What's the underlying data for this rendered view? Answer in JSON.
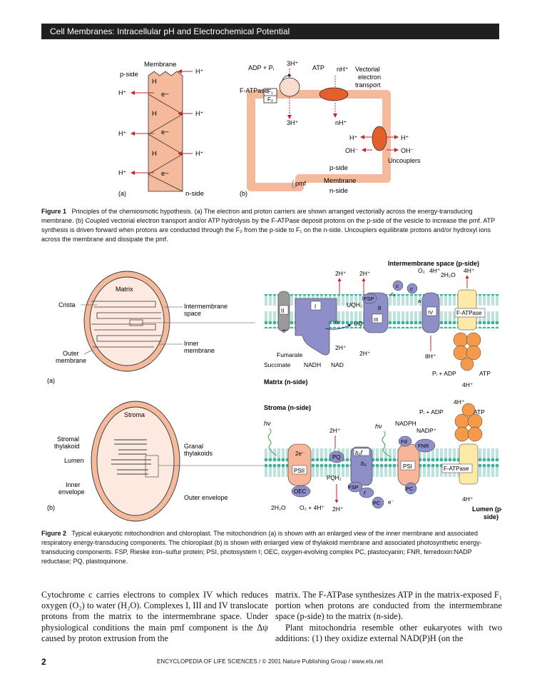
{
  "header": {
    "title": "Cell Membranes: Intracellular pH and Electrochemical Potential"
  },
  "figure1": {
    "panel_a": {
      "membrane_label": "Membrane",
      "p_side": "p-side",
      "n_side": "n-side",
      "carriers": [
        "H",
        "e−",
        "H",
        "e−",
        "H",
        "e−"
      ],
      "h_plus": "H⁺",
      "panel_label": "(a)"
    },
    "panel_b": {
      "adp_pi": "ADP + Pᵢ",
      "three_h_top": "3H⁺",
      "atp": "ATP",
      "nh_top": "nH⁺",
      "vectorial": [
        "Vectorial",
        "electron",
        "transport"
      ],
      "fatpase": "F-ATPase",
      "f1": "F₁",
      "f0": "F₀",
      "three_h_bottom": "3H⁺",
      "nh_bottom": "nH⁺",
      "h_plus": "H⁺",
      "oh_minus": "OH⁻",
      "uncouplers": "Uncouplers",
      "p_side": "p-side",
      "pmf": "pmf",
      "membrane": "Membrane",
      "n_side": "n-side",
      "panel_label": "(b)"
    },
    "caption_label": "Figure 1",
    "caption": "Principles of the chemiosmotic hypothesis. (a) The electron and proton carriers are shown arranged vectorially across the energy-transducing membrane. (b) Coupled vectorial electron transport and/or ATP hydrolysis by the F-ATPase deposit protons on the p-side of the vesicle to increase the pmf. ATP synthesis is driven forward when protons are conducted through the F₀ from the p-side to F₁ on the n-side. Uncouplers equilibrate protons and/or hydroxyl ions across the membrane and dissipate the pmf."
  },
  "figure2": {
    "mito": {
      "matrix": "Matrix",
      "crista": "Crista",
      "intermembrane": [
        "Intermembrane",
        "space"
      ],
      "inner": [
        "Inner",
        "membrane"
      ],
      "outer": [
        "Outer",
        "membrane"
      ],
      "panel_label": "(a)"
    },
    "mito_membrane": {
      "top_label": "Intermembrane space (p-side)",
      "bottom_label": "Matrix (n-side)",
      "complexes": [
        "II",
        "I",
        "III",
        "IV",
        "F-ATPase"
      ],
      "uqh2": "UQH₂",
      "uq": "UQ",
      "fsp": "FSP",
      "b": "b",
      "c1": "c₁",
      "c": "c",
      "a": "a",
      "e": "e⁻",
      "two_h": "2H⁺",
      "o2": "O₂",
      "four_h": "4H⁺",
      "h2o": "2H₂O",
      "eight_h": "8H⁺",
      "succinate": "Succinate",
      "fumarate": "Fumarate",
      "nadh": "NADH",
      "nad": "NAD",
      "pi_adp": "Pᵢ + ADP",
      "atp": "ATP"
    },
    "chloro": {
      "stroma": "Stroma",
      "stromal": [
        "Stromal",
        "thylakoid"
      ],
      "lumen": "Lumen",
      "granal": [
        "Granal",
        "thylakoids"
      ],
      "inner": [
        "Inner",
        "envelope"
      ],
      "outer": "Outer envelope",
      "panel_label": "(b)"
    },
    "chloro_membrane": {
      "top_label": "Stroma (n-side)",
      "bottom_label": [
        "Lumen (p-",
        "side)"
      ],
      "hv": "hν",
      "psii": "PSII",
      "psi": "PSI",
      "oec": "OEC",
      "pq": "PQ",
      "pqh2": "PQH₂",
      "b6f": "b₆f",
      "b6": "b₆",
      "f": "f",
      "fsp": "FSP",
      "pc": "PC",
      "fd": "Fd",
      "fnr": "FNR",
      "nadph": "NADPH",
      "nadp": "NADP⁺",
      "two_e": "2e⁻",
      "e": "e⁻",
      "two_h": "2H⁺",
      "h2o": "2H₂O",
      "o2_4h": "O₂ + 4H⁺",
      "pi_adp": "Pᵢ + ADP",
      "atp": "ATP",
      "four_h": "4H⁺",
      "fatpase": "F-ATPase"
    },
    "caption_label": "Figure 2",
    "caption": "Typical eukaryotic mitochondrion and chloroplast. The mitochondrion (a) is shown with an enlarged view of the inner membrane and associated respiratory energy-transducing components. The chloroplast (b) is shown with enlarged view of thylakoid membrane and associated photosynthetic energy-transducing components. FSP, Rieske iron–sulfur protein; PSI, photosystem I; OEC, oxygen-evolving complex PC, plastocyanin; FNR, ferredoxin:NADP reductase; PQ, plastoquinone."
  },
  "body": {
    "left": "Cytochrome c carries electrons to complex IV which reduces oxygen (O₂) to water (H₂O). Complexes I, III and IV translocate protons from the matrix to the intermembrane space. Under physiological conditions the main pmf component is the Δψ caused by proton extrusion from the",
    "right_p1": "matrix. The F-ATPase synthesizes ATP in the matrix-exposed F₁ portion when protons are conducted from the intermembrane space (p-side) to the matrix (n-side).",
    "right_p2": "Plant mitochondria resemble other eukaryotes with two additions: (1) they oxidize external NAD(P)H (on the"
  },
  "footer": {
    "page": "2",
    "text": "ENCYCLOPEDIA OF LIFE SCIENCES / © 2001 Nature Publishing Group / www.els.net"
  }
}
